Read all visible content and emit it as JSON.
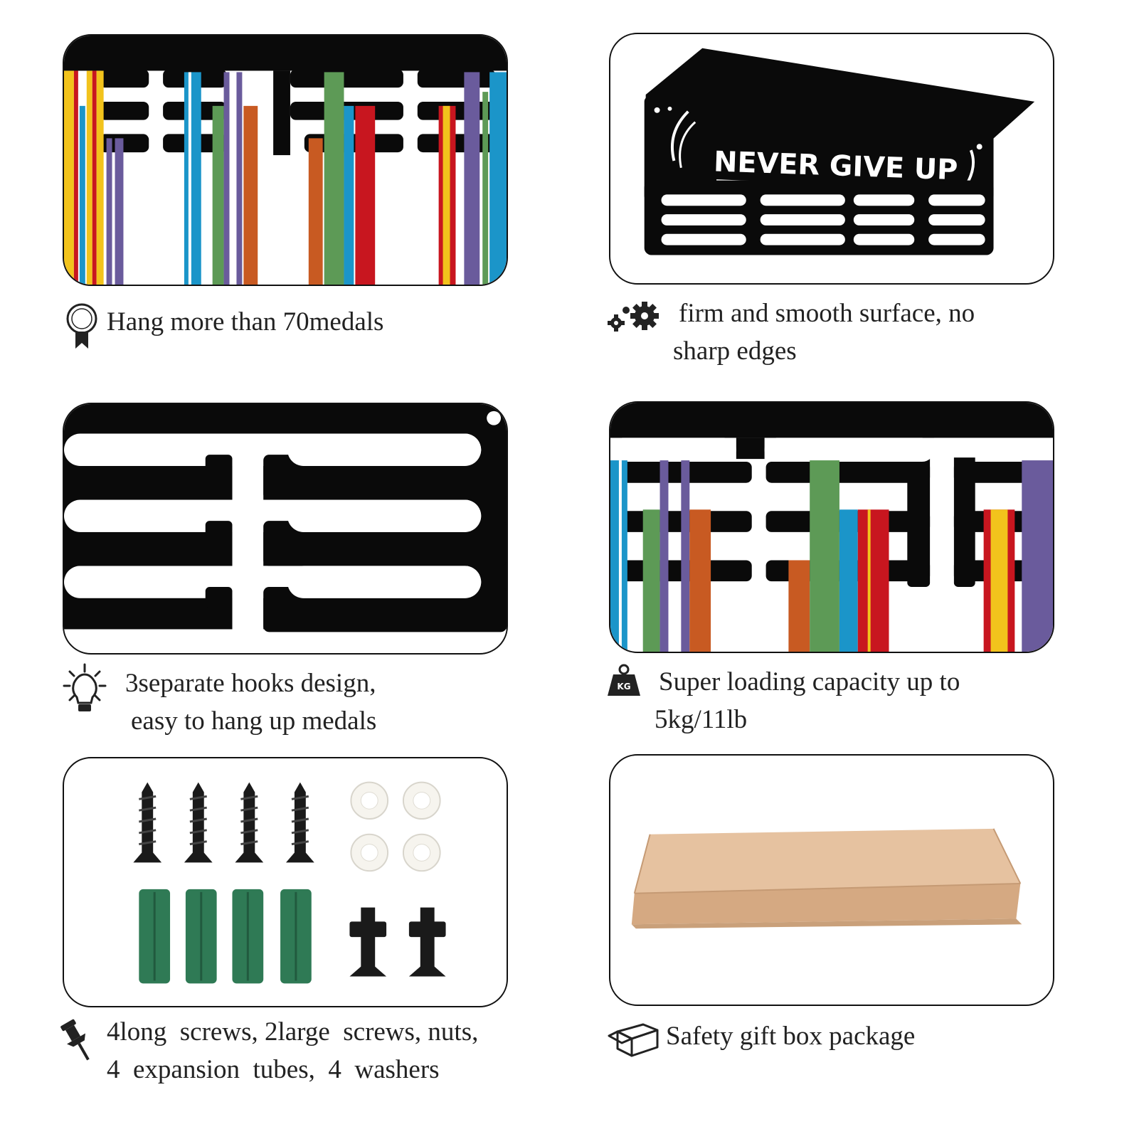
{
  "features": [
    {
      "id": "medals",
      "icon": "medal-ribbon-icon",
      "lines": [
        "Hang more than 70medals"
      ]
    },
    {
      "id": "surface",
      "icon": "gears-icon",
      "lines": [
        "firm and smooth surface, no",
        "sharp edges"
      ]
    },
    {
      "id": "hooks",
      "icon": "light-bulb-icon",
      "lines": [
        "3separate hooks design,",
        "easy to hang up medals"
      ]
    },
    {
      "id": "capacity",
      "icon": "kg-weight-icon",
      "icon_label": "KG",
      "lines": [
        "Super loading capacity  up to",
        "5kg/11lb"
      ]
    },
    {
      "id": "hardware",
      "icon": "push-pin-icon",
      "lines": [
        "4long  screws, 2large  screws, nuts,",
        "4  expansion  tubes,  4  washers"
      ]
    },
    {
      "id": "package",
      "icon": "gift-box-icon",
      "lines": [
        "Safety gift box package"
      ]
    }
  ],
  "product_slogan": "NEVER GIVE UP",
  "colors": {
    "metal": "#0a0a0a",
    "ribbon_blue": "#1b95c9",
    "ribbon_green": "#5d9a56",
    "ribbon_purple": "#6a5b9c",
    "ribbon_orange": "#c85a22",
    "ribbon_red": "#c8161f",
    "ribbon_yellow": "#f2c31c",
    "anchor_green": "#2f7a55",
    "box_kraft": "#dcb38d"
  }
}
